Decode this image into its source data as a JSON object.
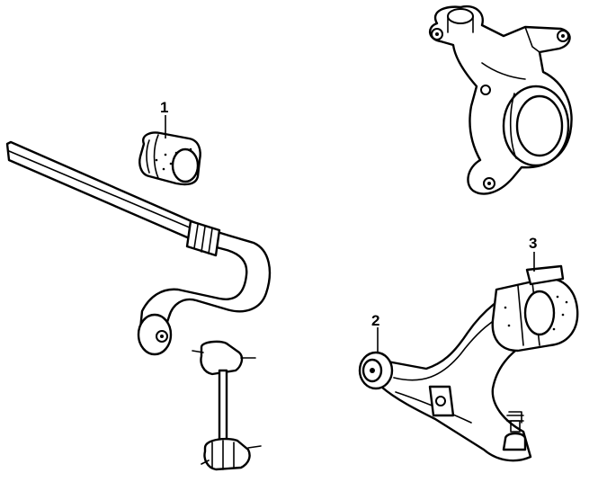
{
  "callouts": [
    {
      "id": "1",
      "label": "1"
    },
    {
      "id": "2",
      "label": "2"
    },
    {
      "id": "3",
      "label": "3"
    }
  ],
  "parts": [
    {
      "name": "stabilizer-bushing",
      "callout": "1"
    },
    {
      "name": "lower-arm-front-bushing",
      "callout": "2"
    },
    {
      "name": "lower-arm-rear-bushing",
      "callout": "3"
    },
    {
      "name": "stabilizer-bar"
    },
    {
      "name": "stabilizer-link"
    },
    {
      "name": "steering-knuckle"
    },
    {
      "name": "lower-control-arm"
    }
  ]
}
